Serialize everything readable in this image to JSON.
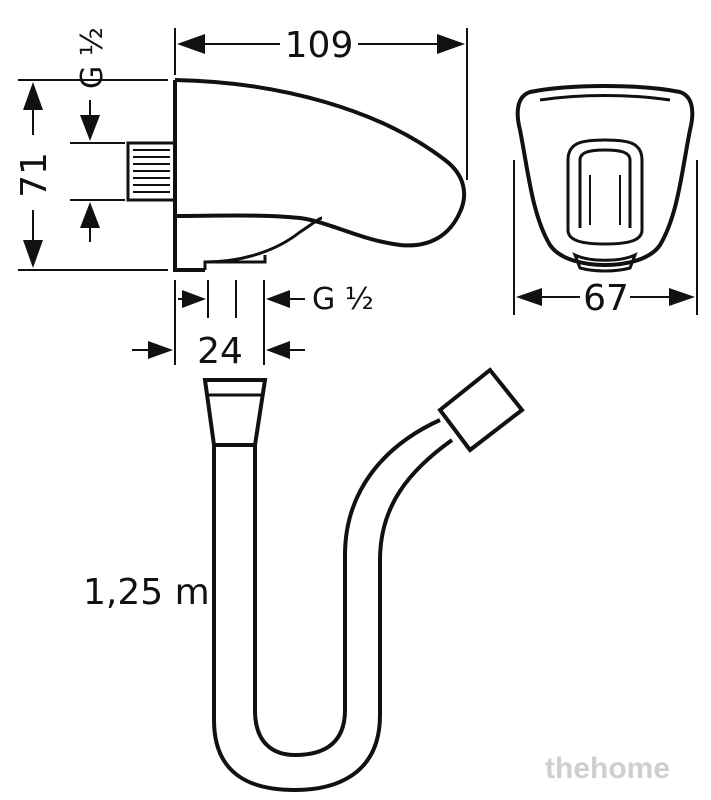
{
  "dimensions": {
    "width_top": "109",
    "thread_top": "G ½",
    "height_left": "71",
    "thread_bottom": "G ½",
    "depth_bottom": "24",
    "width_front": "67",
    "hose_length": "1,25 m"
  },
  "watermark": "thehome",
  "icons": {
    "wall_outlet": "wall-outlet-side-view",
    "front_view": "wall-outlet-front-view",
    "hose": "shower-hose"
  }
}
